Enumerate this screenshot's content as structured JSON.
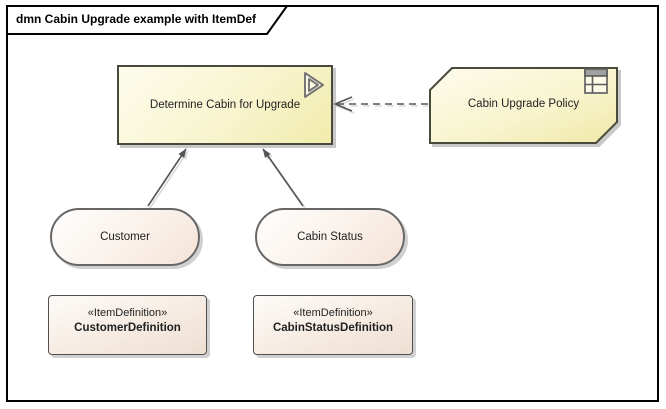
{
  "diagram": {
    "frame_title": "dmn Cabin Upgrade example with ItemDef"
  },
  "nodes": {
    "decision": {
      "label": "Determine Cabin for Upgrade",
      "icon": "decision-chevrons-icon"
    },
    "bkm": {
      "label": "Cabin Upgrade Policy",
      "icon": "decision-table-icon"
    },
    "input_customer": {
      "label": "Customer"
    },
    "input_cabin_status": {
      "label": "Cabin Status"
    },
    "itemdef_customer": {
      "stereotype": "«ItemDefinition»",
      "name": "CustomerDefinition"
    },
    "itemdef_cabin_status": {
      "stereotype": "«ItemDefinition»",
      "name": "CabinStatusDefinition"
    }
  },
  "connectors": [
    {
      "from": "Customer",
      "to": "Determine Cabin for Upgrade",
      "kind": "information-requirement",
      "style": "solid line, filled arrowhead"
    },
    {
      "from": "Cabin Status",
      "to": "Determine Cabin for Upgrade",
      "kind": "information-requirement",
      "style": "solid line, filled arrowhead"
    },
    {
      "from": "Cabin Upgrade Policy",
      "to": "Determine Cabin for Upgrade",
      "kind": "knowledge-requirement",
      "style": "dashed line, open arrowhead"
    }
  ],
  "colors": {
    "decision-fill-light": "#fdfcec",
    "decision-fill-dark": "#f1ecab",
    "decision-border": "#4a4a3c",
    "input-fill-light": "#fffefd",
    "input-fill-dark": "#f4e3d8",
    "input-border": "#666666",
    "itemdef-fill-light": "#fdfbf8",
    "itemdef-fill-dark": "#eedfd2",
    "itemdef-border": "#4f4f4f",
    "connector": "#545454",
    "frame-border": "#000000",
    "text": "#1f1f1f"
  }
}
